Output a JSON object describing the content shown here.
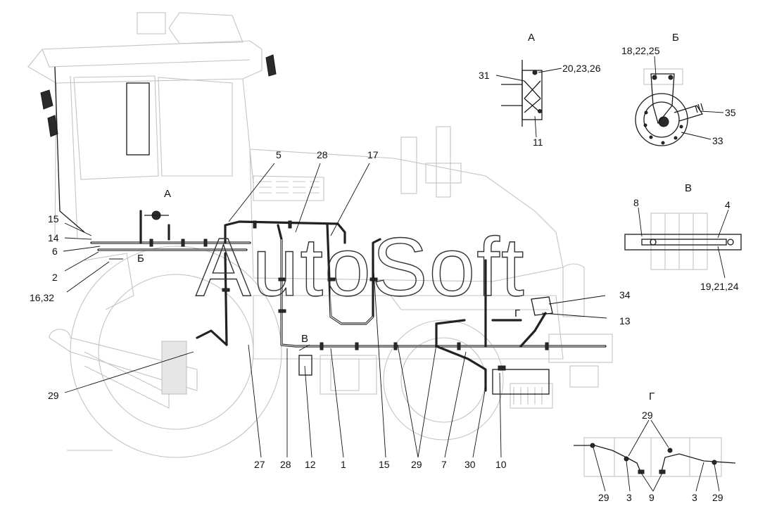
{
  "watermark": "AutoSoft",
  "view_titles": {
    "a": "А",
    "b": "Б",
    "v": "В",
    "g": "Г"
  },
  "main_labels": {
    "l15_left": "15",
    "l14": "14",
    "l6": "6",
    "l2": "2",
    "l1632": "16,32",
    "lA": "А",
    "lB": "Б",
    "lV": "В",
    "lG": "Г",
    "l5": "5",
    "l28_top": "28",
    "l17": "17",
    "l34": "34",
    "l13": "13",
    "l29_left": "29",
    "b27": "27",
    "b28": "28",
    "b12": "12",
    "b1": "1",
    "b15": "15",
    "b29": "29",
    "b7": "7",
    "b30": "30",
    "b10": "10"
  },
  "view_a": {
    "l31": "31",
    "l20": "20,23,26",
    "l11": "11"
  },
  "view_b": {
    "l18": "18,22,25",
    "l35": "35",
    "l33": "33"
  },
  "view_v": {
    "l8": "8",
    "l4": "4",
    "l19": "19,21,24"
  },
  "view_g": {
    "top29": "29",
    "b29l": "29",
    "b3l": "3",
    "b9": "9",
    "b3r": "3",
    "b29r": "29"
  }
}
